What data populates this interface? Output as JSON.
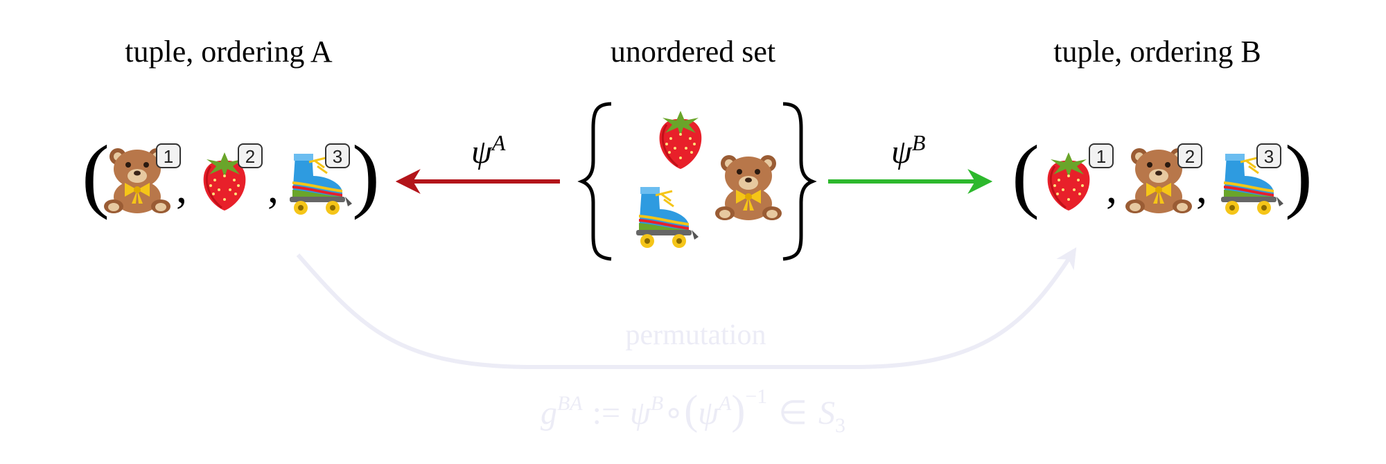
{
  "titles": {
    "left": "tuple, ordering A",
    "center": "unordered set",
    "right": "tuple, ordering B"
  },
  "arrows": {
    "left": {
      "symbol": "ψ",
      "superscript": "A",
      "color": "#b3141a"
    },
    "right": {
      "symbol": "ψ",
      "superscript": "B",
      "color": "#2db82d"
    }
  },
  "tuple_a": {
    "items": [
      {
        "icon": "teddy-bear-icon",
        "index": "1"
      },
      {
        "icon": "strawberry-icon",
        "index": "2"
      },
      {
        "icon": "roller-skate-icon",
        "index": "3"
      }
    ],
    "separator": ","
  },
  "tuple_b": {
    "items": [
      {
        "icon": "strawberry-icon",
        "index": "1"
      },
      {
        "icon": "teddy-bear-icon",
        "index": "2"
      },
      {
        "icon": "roller-skate-icon",
        "index": "3"
      }
    ],
    "separator": ","
  },
  "set_items": [
    "strawberry-icon",
    "teddy-bear-icon",
    "roller-skate-icon"
  ],
  "permutation": {
    "label": "permutation",
    "formula": {
      "g": "g",
      "g_sup": "BA",
      "assign": ":=",
      "psi1": "ψ",
      "psi1_sup": "B",
      "compose": "∘",
      "psi2": "ψ",
      "psi2_sup": "A",
      "inv_sup": "−1",
      "in": "∈",
      "group": "S",
      "group_sub": "3"
    },
    "color": "#ececf6"
  },
  "colors": {
    "bear_body": "#b8774a",
    "bear_muzzle": "#e7c9a0",
    "bow": "#f5c518",
    "strawberry": "#e8202a",
    "leaf": "#6aa52a",
    "skate_boot": "#2e9be0",
    "wheel": "#f5c518"
  }
}
